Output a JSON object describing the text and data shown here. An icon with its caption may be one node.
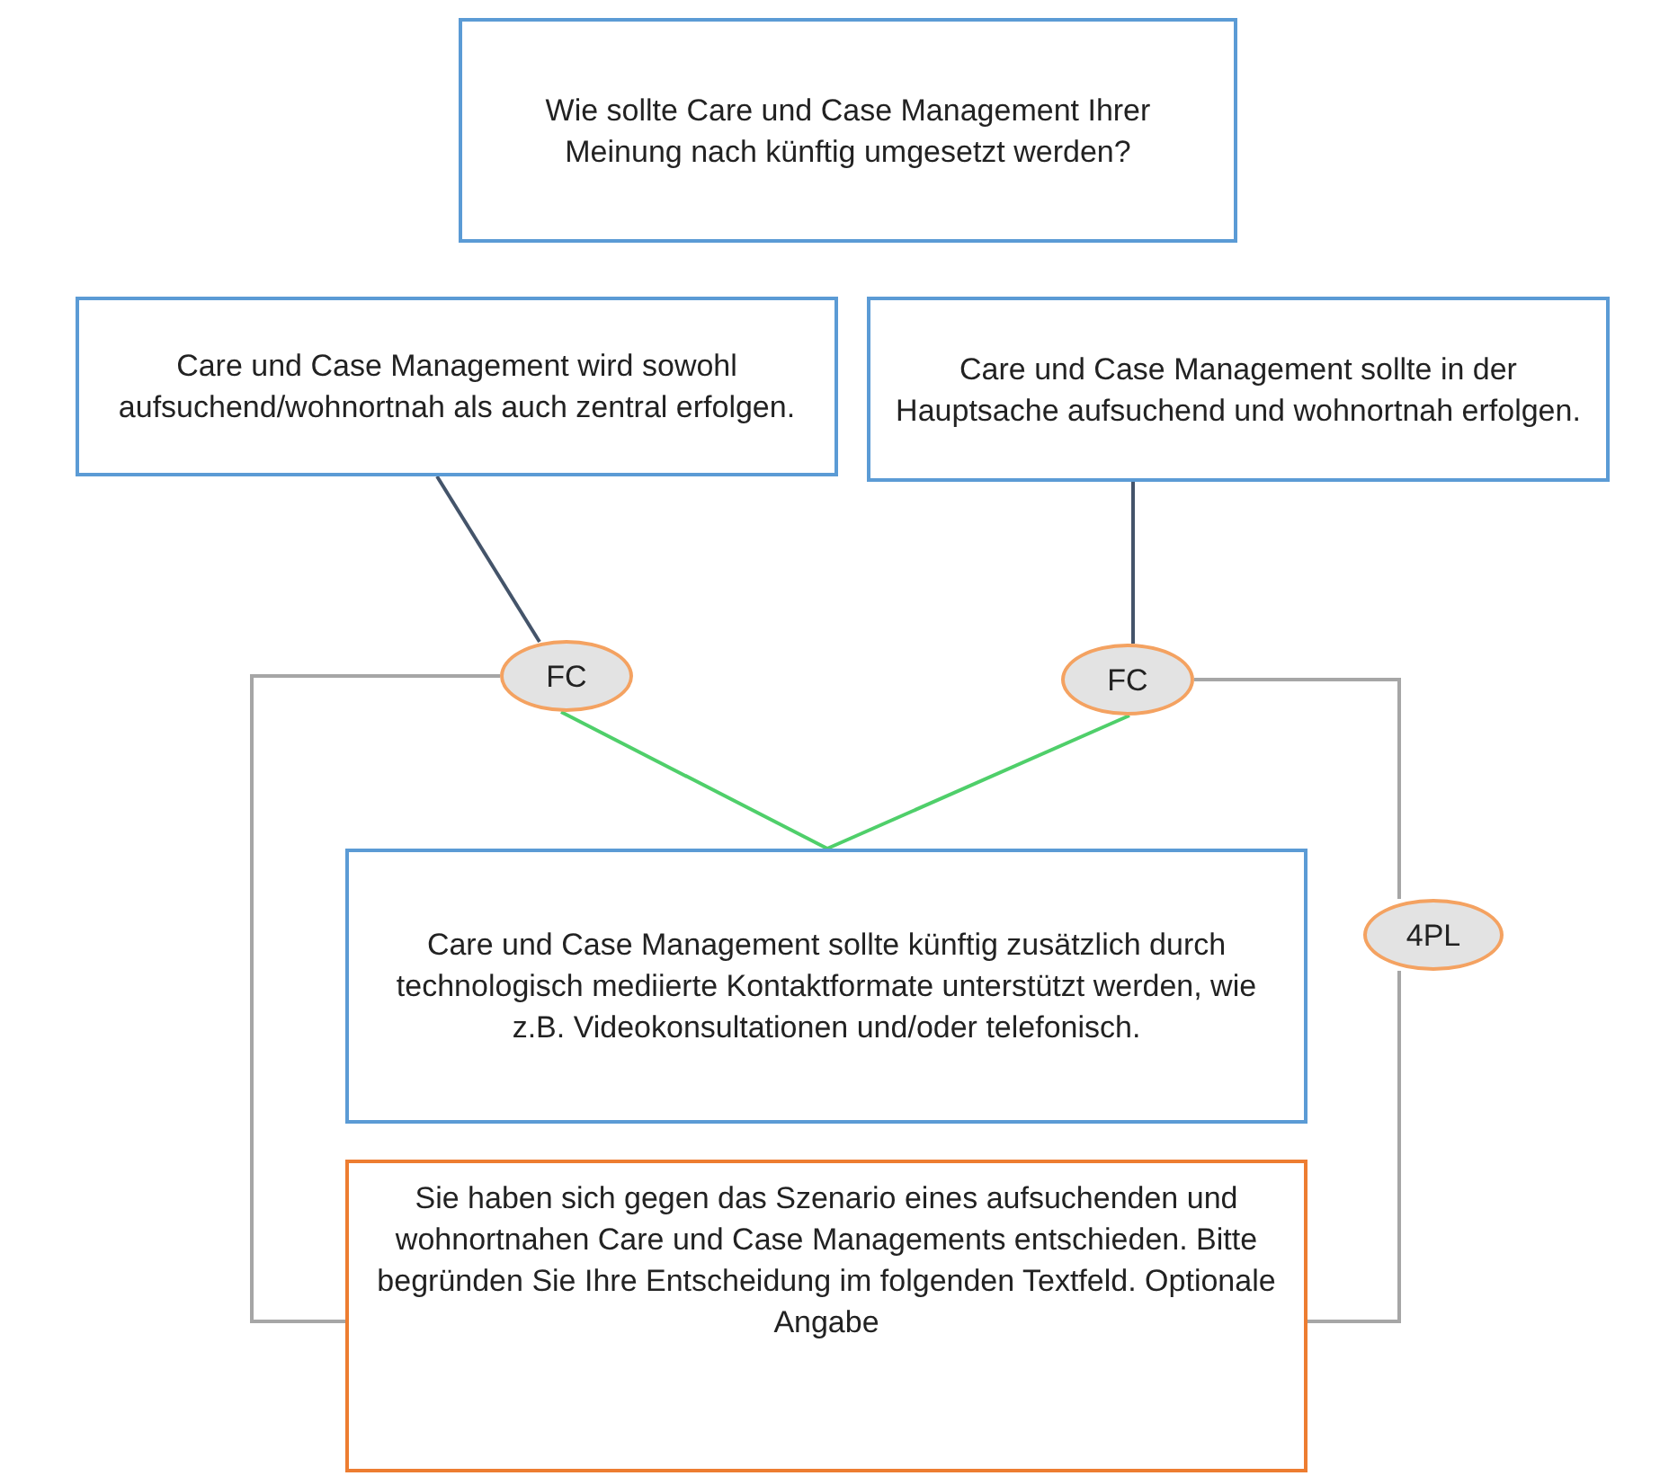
{
  "diagram": {
    "nodes": [
      {
        "text": [
          "Wie sollte Care und Case Management Ihrer Meinung nach künftig umgesetzt werden?"
        ]
      },
      {
        "text": [
          "Care und Case Management wird sowohl aufsuchend/wohnortnah als auch zentral erfolgen."
        ]
      },
      {
        "text": [
          "Care und Case Management sollte in der Hauptsache aufsuchend und wohnortnah erfolgen."
        ]
      },
      {
        "text": [
          "FC"
        ]
      },
      {
        "text": [
          "FC"
        ]
      },
      {
        "text": [
          "4PL"
        ]
      },
      {
        "text": [
          "Care und Case Management sollte künftig zusätzlich durch technologisch mediierte Kontaktformate unterstützt werden, wie z.B. Videokonsultationen und/oder telefonisch."
        ]
      },
      {
        "text": [
          "Sie haben sich gegen das Szenario eines aufsuchenden und wohnortnahen Care und Case Managements entschieden. Bitte begründen Sie Ihre Entscheidung im folgenden Textfeld. Optionale Angabe"
        ]
      }
    ],
    "edges": [
      {
        "from": 1,
        "to": 3,
        "arrow": "none",
        "color": "#44546a"
      },
      {
        "from": 2,
        "to": 4,
        "arrow": "none",
        "color": "#44546a"
      },
      {
        "from": 3,
        "to": 6,
        "arrow": "none",
        "color": "#4fcf6a"
      },
      {
        "from": 4,
        "to": 6,
        "arrow": "none",
        "color": "#4fcf6a"
      },
      {
        "from": 3,
        "to": 7,
        "arrow": "none"
      },
      {
        "from": 4,
        "to": 5,
        "arrow": "none"
      },
      {
        "from": 5,
        "to": 7,
        "arrow": "none"
      }
    ]
  }
}
